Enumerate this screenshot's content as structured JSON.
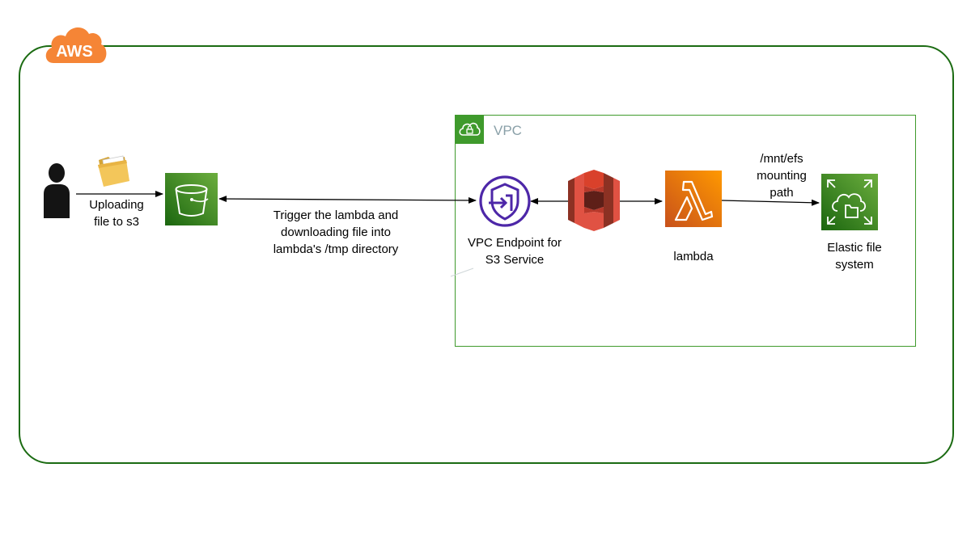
{
  "aws_badge": {
    "text": "AWS",
    "color": "#f58536"
  },
  "vpc": {
    "label": "VPC",
    "color": "#3f9a2c"
  },
  "user": {
    "icon": "user-icon"
  },
  "folder": {
    "icon": "folder-icon"
  },
  "upload_label": [
    "Uploading",
    "file to s3"
  ],
  "s3_bucket": {
    "icon": "s3-bucket-icon",
    "color": "#3b8e22"
  },
  "trigger_label": [
    "Trigger the lambda and",
    "downloading file into",
    "lambda's /tmp directory"
  ],
  "vpc_endpoint": {
    "icon": "vpc-endpoint-icon",
    "label": [
      "VPC Endpoint for",
      "S3 Service"
    ],
    "color": "#4d27a8"
  },
  "s3_service": {
    "icon": "s3-service-icon",
    "color": "#d9412b"
  },
  "lambda": {
    "icon": "lambda-icon",
    "label": "lambda",
    "color": "#f58536"
  },
  "mount_label": [
    "/mnt/efs",
    "mounting",
    "path"
  ],
  "efs": {
    "icon": "efs-icon",
    "label": [
      "Elastic file",
      "system"
    ],
    "color": "#3b8e22"
  }
}
